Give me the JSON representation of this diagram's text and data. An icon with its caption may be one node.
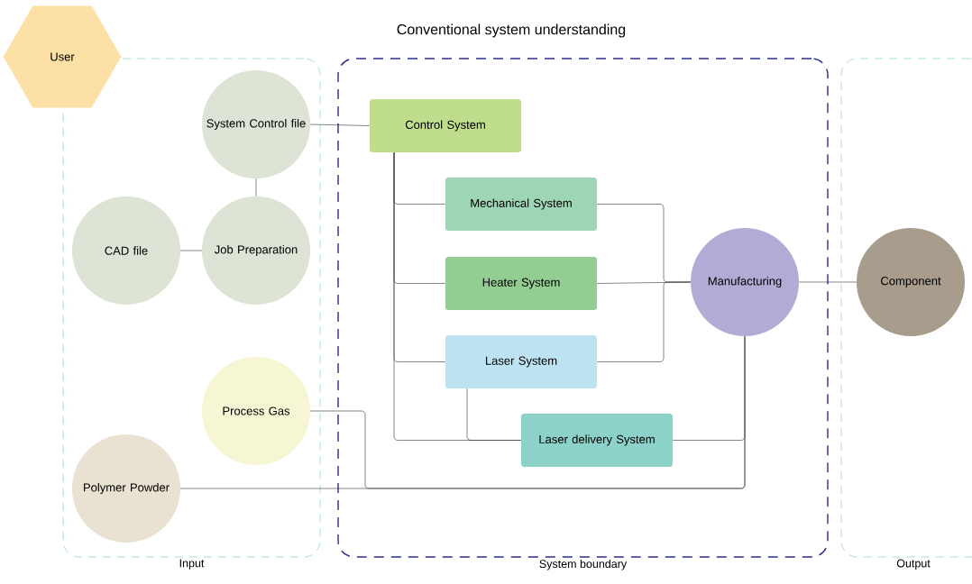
{
  "diagram": {
    "title": "Conventional system understanding",
    "nodes": [
      {
        "text": [
          "User"
        ]
      },
      {
        "text": [
          "Input"
        ]
      },
      {
        "text": [
          "System boundary"
        ]
      },
      {
        "text": [
          "Output"
        ]
      },
      {
        "text": [
          "System Control file"
        ],
        "in": 1
      },
      {
        "text": [
          "CAD file"
        ],
        "in": 1
      },
      {
        "text": [
          "Job Preparation"
        ],
        "in": 1
      },
      {
        "text": [
          "Process Gas"
        ],
        "in": 1
      },
      {
        "text": [
          "Polymer Powder"
        ],
        "in": 1
      },
      {
        "text": [
          "Control System"
        ],
        "in": 2
      },
      {
        "text": [
          "Mechanical System"
        ],
        "in": 2
      },
      {
        "text": [
          "Heater System"
        ],
        "in": 2
      },
      {
        "text": [
          "Laser System"
        ],
        "in": 2
      },
      {
        "text": [
          "Laser delivery System"
        ],
        "in": 2
      },
      {
        "text": [
          "Manufacturing"
        ],
        "in": 2
      },
      {
        "text": [
          "Component"
        ],
        "in": 3
      }
    ],
    "edges": [
      {
        "from": 4,
        "to": 9,
        "arrow": "none"
      },
      {
        "from": 6,
        "to": 4,
        "arrow": "none"
      },
      {
        "from": 5,
        "to": 6,
        "arrow": "none"
      },
      {
        "from": 9,
        "to": 10,
        "arrow": "none"
      },
      {
        "from": 9,
        "to": 11,
        "arrow": "none"
      },
      {
        "from": 9,
        "to": 12,
        "arrow": "none"
      },
      {
        "from": 9,
        "to": 13,
        "arrow": "none"
      },
      {
        "from": 12,
        "to": 13,
        "arrow": "none"
      },
      {
        "from": 10,
        "to": 14,
        "arrow": "none"
      },
      {
        "from": 11,
        "to": 14,
        "arrow": "none"
      },
      {
        "from": 12,
        "to": 14,
        "arrow": "none"
      },
      {
        "from": 13,
        "to": 14,
        "arrow": "none"
      },
      {
        "from": 14,
        "to": 15,
        "arrow": "none"
      },
      {
        "from": 7,
        "to": 14,
        "arrow": "none"
      },
      {
        "from": 8,
        "to": 14,
        "arrow": "none"
      }
    ]
  }
}
